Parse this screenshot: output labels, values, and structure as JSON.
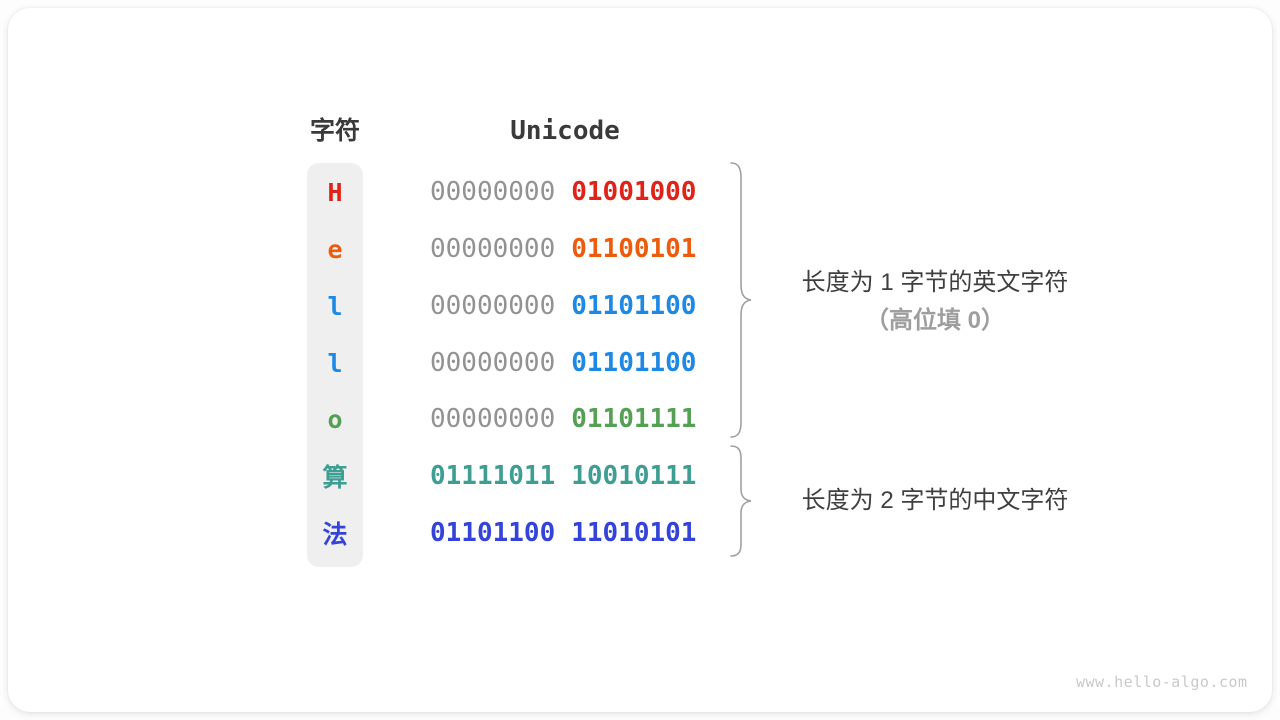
{
  "header": {
    "char_label": "字符",
    "unicode_label": "Unicode"
  },
  "rows": [
    {
      "char": "H",
      "byte1": "00000000",
      "byte2": "01001000",
      "color": "#e02318",
      "byte1_colored": false
    },
    {
      "char": "e",
      "byte1": "00000000",
      "byte2": "01100101",
      "color": "#ec5c0e",
      "byte1_colored": false
    },
    {
      "char": "l",
      "byte1": "00000000",
      "byte2": "01101100",
      "color": "#1e88e5",
      "byte1_colored": false
    },
    {
      "char": "l",
      "byte1": "00000000",
      "byte2": "01101100",
      "color": "#1e88e5",
      "byte1_colored": false
    },
    {
      "char": "o",
      "byte1": "00000000",
      "byte2": "01101111",
      "color": "#55a055",
      "byte1_colored": false
    },
    {
      "char": "算",
      "byte1": "01111011",
      "byte2": "10010111",
      "color": "#3f9e93",
      "byte1_colored": true
    },
    {
      "char": "法",
      "byte1": "01101100",
      "byte2": "11010101",
      "color": "#3544d8",
      "byte1_colored": true
    }
  ],
  "annotations": {
    "english": {
      "line1": "长度为 1 字节的英文字符",
      "line2": "（高位填 0）"
    },
    "chinese": {
      "line1": "长度为 2 字节的中文字符"
    }
  },
  "watermark": "www.hello-algo.com",
  "colors": {
    "header_text": "#3a3a3a",
    "byte_gray": "#929292",
    "char_column_bg": "#efefef",
    "annotation_dark": "#3f3f3f",
    "annotation_gray": "#9e9e9e",
    "brace": "#a0a0a0",
    "watermark": "#c9c9c9"
  }
}
